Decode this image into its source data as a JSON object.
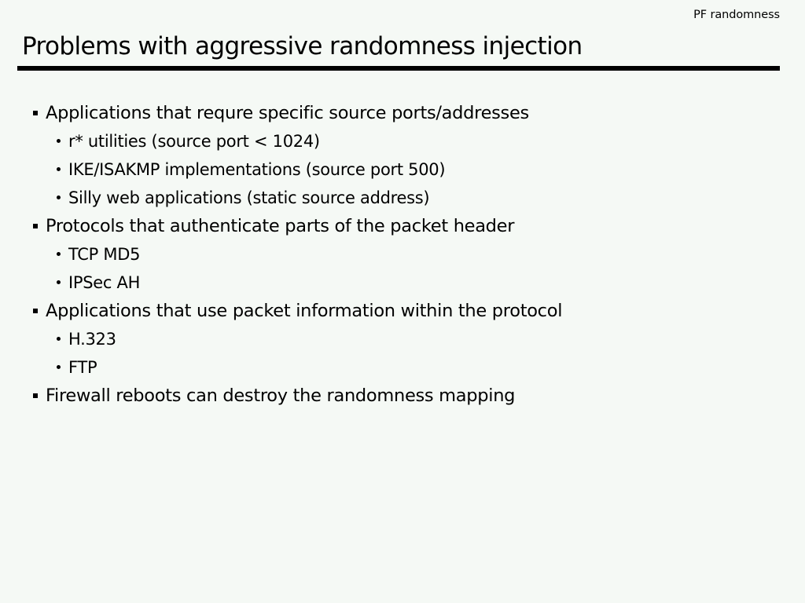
{
  "slide": {
    "header": "PF randomness",
    "title": "Problems with aggressive randomness injection",
    "background_color": "#f5f9f5",
    "text_color": "#000000",
    "rule_color": "#000000",
    "bullets": [
      {
        "bullet_icon": "square-bullet-icon",
        "text": "Applications that requre specific source ports/addresses",
        "children": [
          {
            "bullet_icon": "round-bullet-icon",
            "text": "r* utilities (source port < 1024)"
          },
          {
            "bullet_icon": "round-bullet-icon",
            "text": "IKE/ISAKMP implementations (source port 500)"
          },
          {
            "bullet_icon": "round-bullet-icon",
            "text": "Silly web applications (static source address)"
          }
        ]
      },
      {
        "bullet_icon": "square-bullet-icon",
        "text": "Protocols that authenticate parts of the packet header",
        "children": [
          {
            "bullet_icon": "round-bullet-icon",
            "text": "TCP MD5"
          },
          {
            "bullet_icon": "round-bullet-icon",
            "text": "IPSec AH"
          }
        ]
      },
      {
        "bullet_icon": "square-bullet-icon",
        "text": "Applications that use packet information within the protocol",
        "children": [
          {
            "bullet_icon": "round-bullet-icon",
            "text": "H.323"
          },
          {
            "bullet_icon": "round-bullet-icon",
            "text": "FTP"
          }
        ]
      },
      {
        "bullet_icon": "square-bullet-icon",
        "text": "Firewall reboots can destroy the randomness mapping",
        "children": []
      }
    ]
  }
}
